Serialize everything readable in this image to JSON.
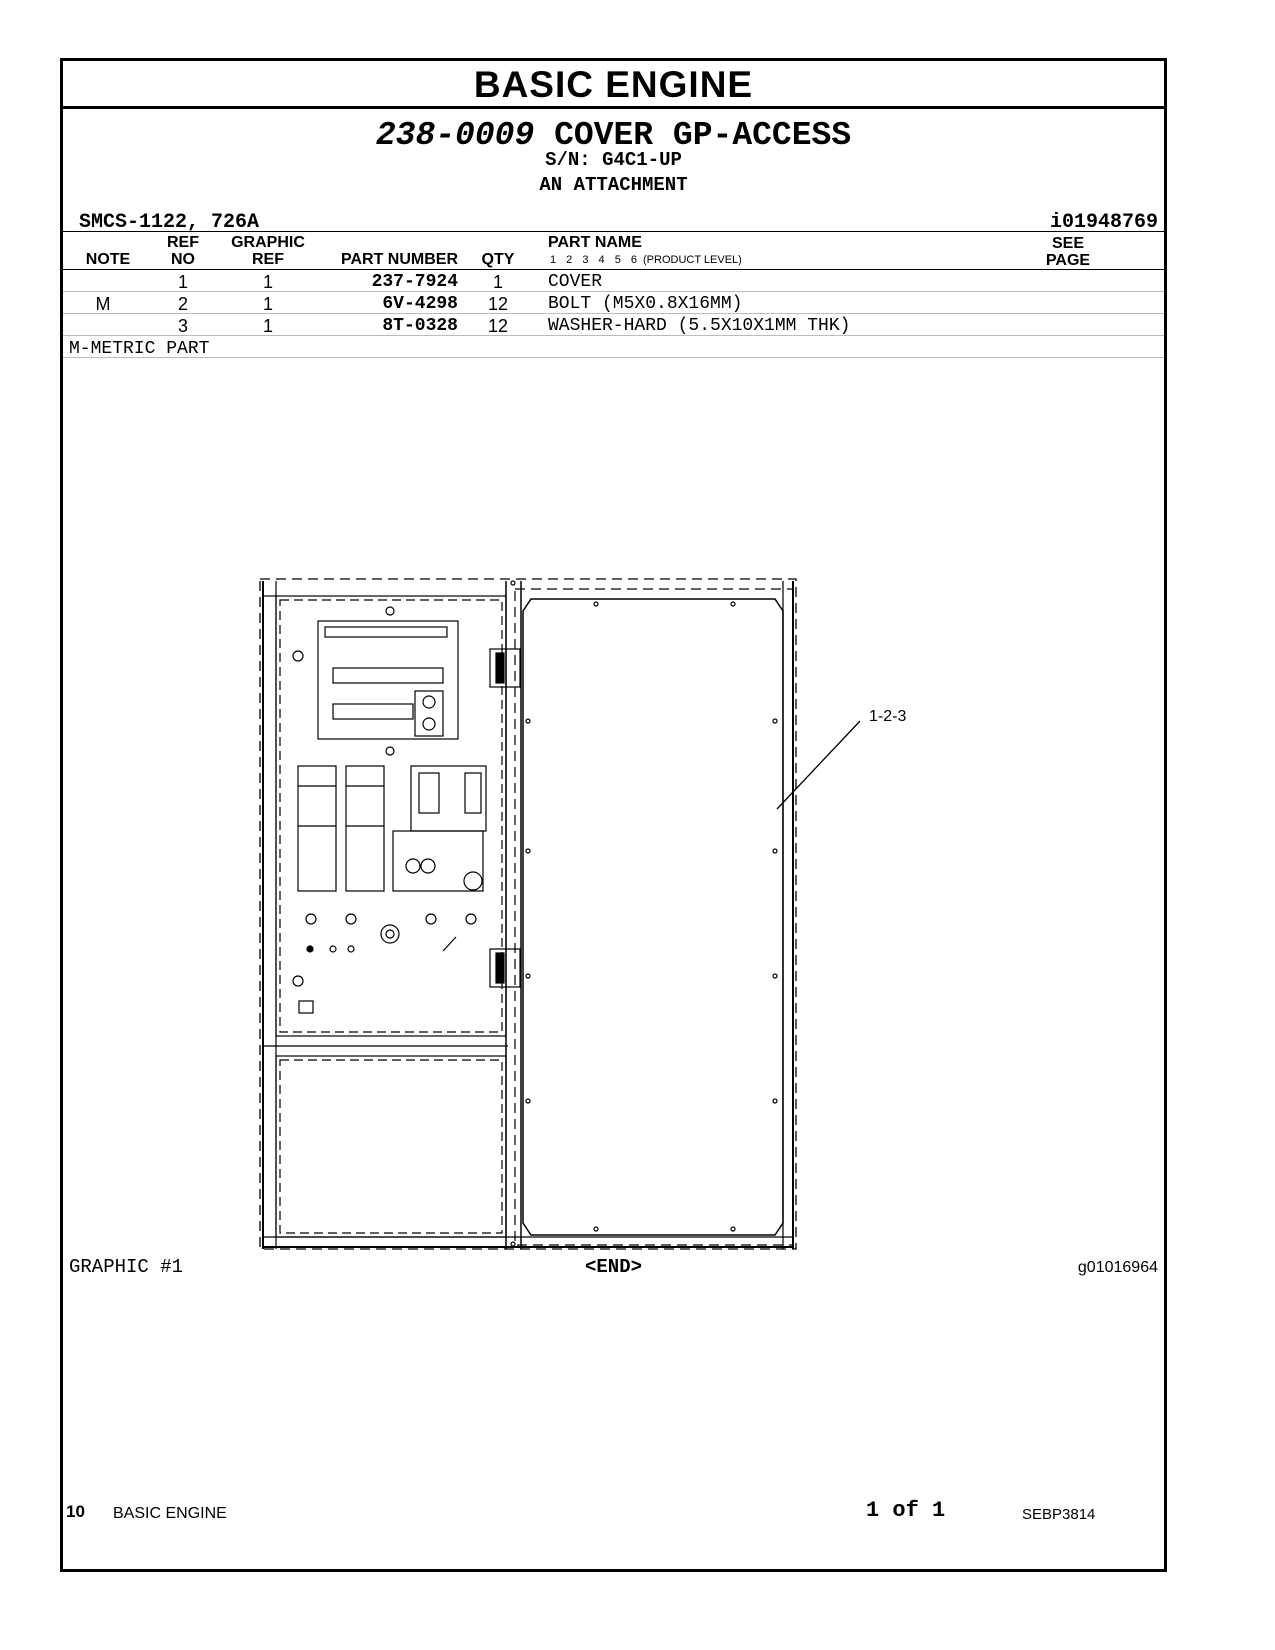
{
  "section_title": "BASIC ENGINE",
  "group": {
    "number": "238-0009",
    "name": "COVER GP-ACCESS"
  },
  "serial": "S/N: G4C1-UP",
  "attachment": "AN ATTACHMENT",
  "smcs": "SMCS-1122, 726A",
  "info_id": "i01948769",
  "columns": {
    "note": "NOTE",
    "ref_no": [
      "REF",
      "NO"
    ],
    "graphic_ref": [
      "GRAPHIC",
      "REF"
    ],
    "part_number": "PART NUMBER",
    "qty": "QTY",
    "part_name": "PART NAME",
    "levels": "1 2 3 4 5 6",
    "product_level": "(PRODUCT LEVEL)",
    "see_page": [
      "SEE",
      "PAGE"
    ]
  },
  "parts": [
    {
      "note": "",
      "ref_no": "1",
      "graphic_ref": "1",
      "part_number": "237-7924",
      "qty": "1",
      "part_name": "COVER"
    },
    {
      "note": "M",
      "ref_no": "2",
      "graphic_ref": "1",
      "part_number": "6V-4298",
      "qty": "12",
      "part_name": "BOLT (M5X0.8X16MM)"
    },
    {
      "note": "",
      "ref_no": "3",
      "graphic_ref": "1",
      "part_number": "8T-0328",
      "qty": "12",
      "part_name": "WASHER-HARD (5.5X10X1MM THK)"
    }
  ],
  "footnote": "M-METRIC PART",
  "graphic": {
    "label": "GRAPHIC #1",
    "callout": "1-2-3",
    "end": "<END>",
    "id": "g01016964"
  },
  "footer": {
    "page_number": "10",
    "section": "BASIC ENGINE",
    "page_of": "1 of 1",
    "doc_id": "SEBP3814"
  }
}
